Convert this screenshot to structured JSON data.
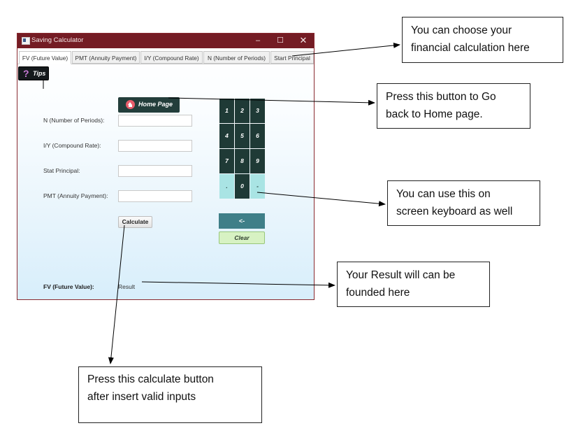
{
  "window": {
    "title": "Saving Calculator",
    "controls": {
      "minimize": "–",
      "maximize": "☐",
      "close": "✕"
    }
  },
  "tabs": [
    {
      "label": "FV (Future Value)",
      "active": true
    },
    {
      "label": "PMT (Annuity Payment)",
      "active": false
    },
    {
      "label": "I/Y (Compound Rate)",
      "active": false
    },
    {
      "label": "N (Number of Periods)",
      "active": false
    },
    {
      "label": "Start Principal",
      "active": false
    }
  ],
  "tips_button": {
    "icon": "?",
    "label": "Tips"
  },
  "home_button": {
    "label": "Home Page"
  },
  "fields": [
    {
      "label": "N (Number of Periods):",
      "value": "",
      "placeholder": ""
    },
    {
      "label": "I/Y (Compound Rate):",
      "value": "",
      "placeholder": ""
    },
    {
      "label": "Stat Principal:",
      "value": "",
      "placeholder": ""
    },
    {
      "label": "PMT (Annuity Payment):",
      "value": "",
      "placeholder": ""
    }
  ],
  "calculate_button": {
    "label": "Calculate"
  },
  "keypad": {
    "keys": [
      "1",
      "2",
      "3",
      "4",
      "5",
      "6",
      "7",
      "8",
      "9",
      ".",
      "0",
      "-"
    ],
    "backspace": "<-",
    "clear": "Clear"
  },
  "result": {
    "label": "FV (Future Value):",
    "value": "Result"
  },
  "callouts": {
    "tabs": "You can choose your\nfinancial calculation here",
    "home": "Press this button to Go\nback to Home page.",
    "keyboard": "You can use this on\nscreen keyboard as well",
    "result": "Your Result will can be\nfounded here",
    "calculate": "Press this calculate button\nafter insert valid inputs"
  },
  "colors": {
    "titlebar": "#741c24",
    "keypad_dark": "#1f3a36",
    "keypad_light": "#a9e4e4",
    "backspace": "#3f7f88",
    "clear": "#d7f2c3"
  }
}
